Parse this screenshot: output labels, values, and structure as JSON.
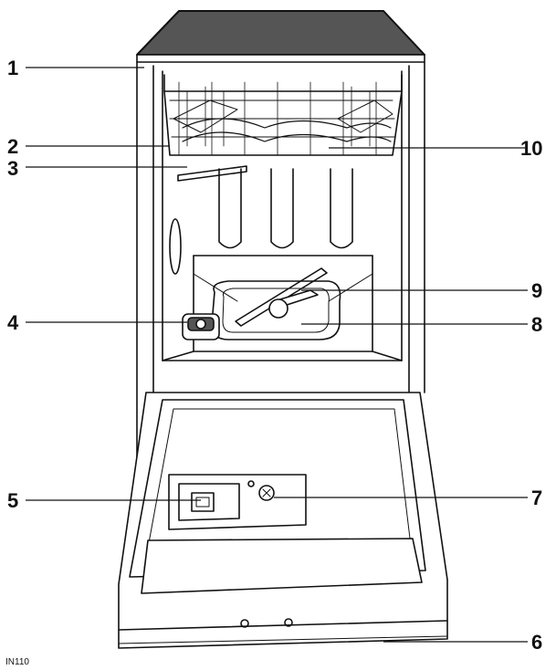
{
  "figure_code": "IN110",
  "colors": {
    "ink": "#111111",
    "panel": "#ffffff",
    "top_surface": "#555555"
  },
  "callouts": [
    {
      "id": "c1",
      "label": "1"
    },
    {
      "id": "c2",
      "label": "2"
    },
    {
      "id": "c3",
      "label": "3"
    },
    {
      "id": "c4",
      "label": "4"
    },
    {
      "id": "c5",
      "label": "5"
    },
    {
      "id": "c6",
      "label": "6"
    },
    {
      "id": "c7",
      "label": "7"
    },
    {
      "id": "c8",
      "label": "8"
    },
    {
      "id": "c9",
      "label": "9"
    },
    {
      "id": "c10",
      "label": "10"
    }
  ]
}
